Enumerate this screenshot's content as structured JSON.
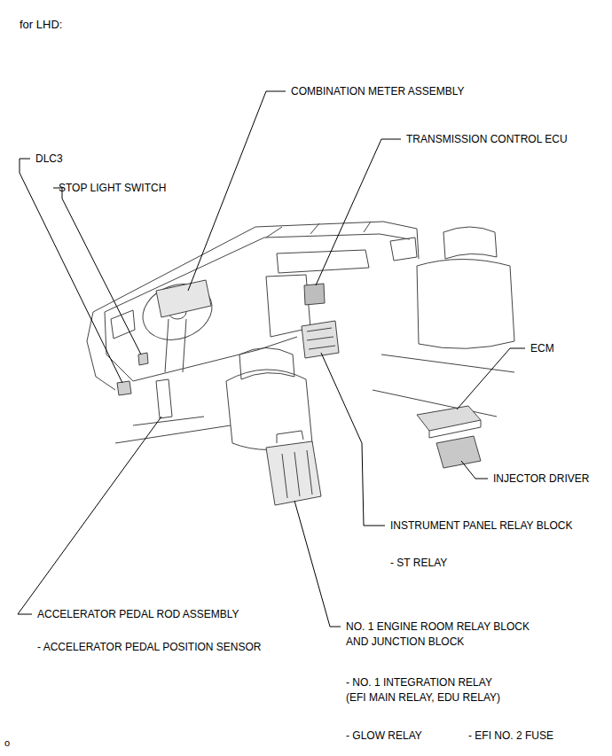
{
  "diagram": {
    "title": "for LHD:",
    "labels": [
      "COMBINATION METER ASSEMBLY",
      "TRANSMISSION CONTROL ECU",
      "DLC3",
      "STOP LIGHT SWITCH",
      "ECM",
      "INJECTOR DRIVER",
      "INSTRUMENT PANEL RELAY BLOCK",
      "- ST RELAY",
      "ACCELERATOR PEDAL ROD ASSEMBLY",
      "- ACCELERATOR PEDAL POSITION SENSOR",
      "NO. 1 ENGINE ROOM RELAY BLOCK AND JUNCTION BLOCK",
      "- NO. 1 INTEGRATION RELAY (EFI MAIN RELAY, EDU RELAY)",
      "- GLOW RELAY",
      "- EFI NO. 2 FUSE",
      "o"
    ]
  }
}
